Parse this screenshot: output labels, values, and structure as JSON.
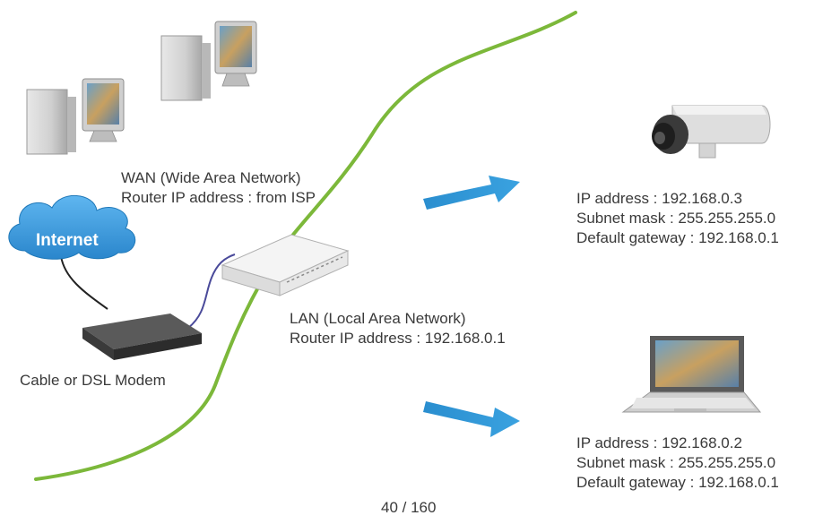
{
  "wan": {
    "title": "WAN (Wide Area Network)",
    "router_ip": "Router IP address : from ISP"
  },
  "internet_label": "Internet",
  "modem_label": "Cable or DSL Modem",
  "lan": {
    "title": "LAN (Local Area Network)",
    "router_ip": "Router IP address : 192.168.0.1"
  },
  "camera": {
    "ip": "IP address : 192.168.0.3",
    "subnet": "Subnet mask : 255.255.255.0",
    "gateway": "Default gateway : 192.168.0.1"
  },
  "laptop": {
    "ip": "IP address : 192.168.0.2",
    "subnet": "Subnet mask : 255.255.255.0",
    "gateway": "Default gateway : 192.168.0.1"
  },
  "page_number": "40 / 160",
  "colors": {
    "boundary_line": "#7cb83a",
    "arrow": "#2b8fcf",
    "cloud": "#3b9ee0",
    "cable": "#4a4a9a"
  },
  "icons": [
    "desktop-computer-icon",
    "internet-cloud-icon",
    "modem-icon",
    "router-icon",
    "ip-camera-icon",
    "laptop-icon",
    "arrow-icon"
  ]
}
